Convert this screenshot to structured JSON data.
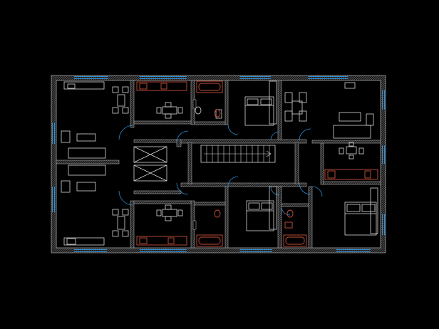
{
  "drawing": {
    "kind": "cad-floor-plan",
    "background": "#000000",
    "layers": {
      "walls": "#a6a6a6",
      "windows": "#2f8fd6",
      "furniture": "#d8d8d8",
      "fixtures": "#c8503c",
      "stairs": "#d8d8d8"
    },
    "rooms": [
      {
        "id": "living-nw",
        "furniture": [
          "sofa",
          "armchair",
          "dining-table",
          "chairs",
          "tv-unit"
        ]
      },
      {
        "id": "kitchen-n-1",
        "furniture": [
          "counter",
          "sink",
          "stove",
          "dining-table",
          "chairs"
        ]
      },
      {
        "id": "bath-n-1",
        "furniture": [
          "bathtub",
          "toilet",
          "washbasin"
        ]
      },
      {
        "id": "bedroom-n",
        "furniture": [
          "double-bed",
          "wardrobe"
        ]
      },
      {
        "id": "living-ne",
        "furniture": [
          "sofa",
          "dining-table",
          "chairs",
          "desk"
        ]
      },
      {
        "id": "kitchen-e",
        "furniture": [
          "counter",
          "sink",
          "stove",
          "dining-table",
          "chairs"
        ]
      },
      {
        "id": "living-sw",
        "furniture": [
          "sofa",
          "armchair",
          "dining-table",
          "chairs",
          "tv-unit"
        ]
      },
      {
        "id": "kitchen-s-1",
        "furniture": [
          "counter",
          "sink",
          "stove",
          "dining-table",
          "chairs"
        ]
      },
      {
        "id": "bath-s-1",
        "furniture": [
          "bathtub",
          "toilet",
          "washbasin"
        ]
      },
      {
        "id": "bedroom-s",
        "furniture": [
          "double-bed",
          "wardrobe"
        ]
      },
      {
        "id": "bath-s-2",
        "furniture": [
          "bathtub",
          "toilet",
          "washbasin"
        ]
      },
      {
        "id": "bedroom-se",
        "furniture": [
          "double-bed",
          "wardrobe"
        ]
      },
      {
        "id": "corridor",
        "furniture": [
          "stairs",
          "elevator",
          "elevator"
        ]
      }
    ]
  }
}
